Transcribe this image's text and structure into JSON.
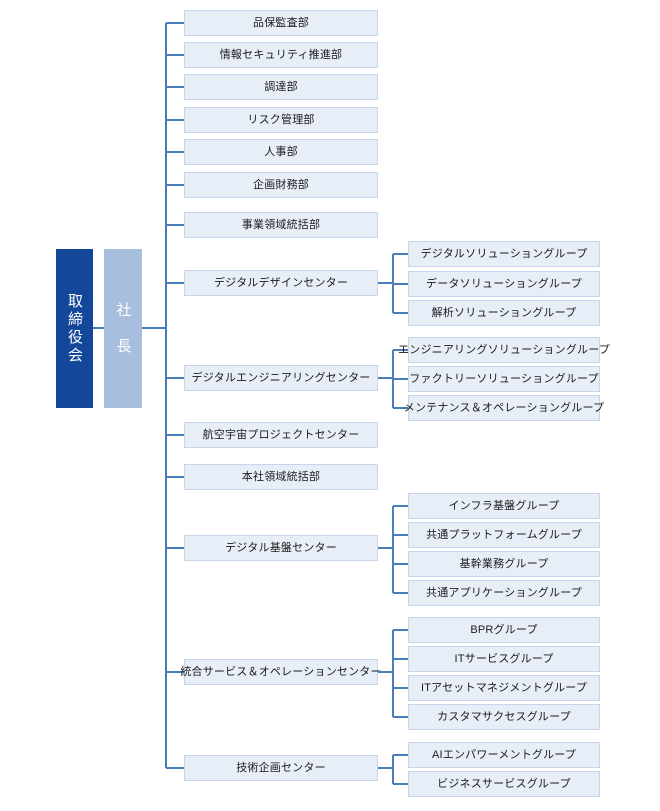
{
  "chart_title": "組織図",
  "colors": {
    "board_fill": "#13479a",
    "president_fill": "#a8bede",
    "node_fill": "#e8eef7",
    "node_border": "#c6d5e9",
    "connector": "#4a7ebb",
    "text": "#1b1b1b",
    "root_text": "#ffffff"
  },
  "root": {
    "board": "取締役会",
    "president": "社　長"
  },
  "divisions": [
    {
      "id": "d1",
      "label": "品保監査部",
      "children": []
    },
    {
      "id": "d2",
      "label": "情報セキュリティ推進部",
      "children": []
    },
    {
      "id": "d3",
      "label": "調達部",
      "children": []
    },
    {
      "id": "d4",
      "label": "リスク管理部",
      "children": []
    },
    {
      "id": "d5",
      "label": "人事部",
      "children": []
    },
    {
      "id": "d6",
      "label": "企画財務部",
      "children": []
    },
    {
      "id": "d7",
      "label": "事業領域統括部",
      "children": []
    },
    {
      "id": "d8",
      "label": "デジタルデザインセンター",
      "children": [
        "デジタルソリューショングループ",
        "データソリューショングループ",
        "解析ソリューショングループ"
      ]
    },
    {
      "id": "d9",
      "label": "デジタルエンジニアリングセンター",
      "children": [
        "エンジニアリングソリューショングループ",
        "ファクトリーソリューショングループ",
        "メンテナンス＆オペレーショングループ"
      ]
    },
    {
      "id": "d10",
      "label": "航空宇宙プロジェクトセンター",
      "children": []
    },
    {
      "id": "d11",
      "label": "本社領域統括部",
      "children": []
    },
    {
      "id": "d12",
      "label": "デジタル基盤センター",
      "children": [
        "インフラ基盤グループ",
        "共通プラットフォームグループ",
        "基幹業務グループ",
        "共通アプリケーショングループ"
      ]
    },
    {
      "id": "d13",
      "label": "統合サービス＆オペレーションセンター",
      "children": [
        "BPRグループ",
        "ITサービスグループ",
        "ITアセットマネジメントグループ",
        "カスタマサクセスグループ"
      ]
    },
    {
      "id": "d14",
      "label": "技術企画センター",
      "children": [
        "AIエンパワーメントグループ",
        "ビジネスサービスグループ"
      ]
    }
  ]
}
